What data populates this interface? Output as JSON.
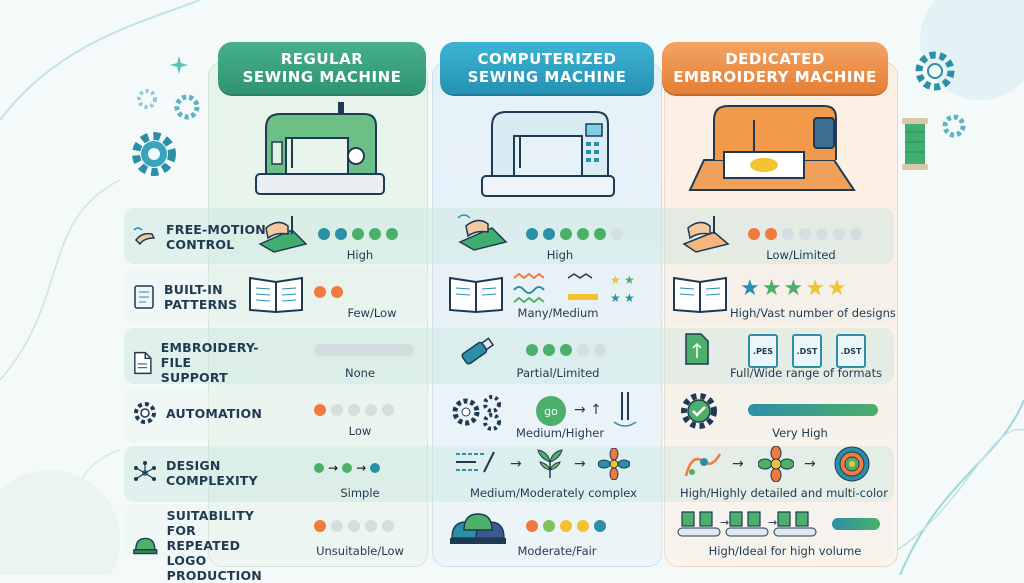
{
  "headers": {
    "regular": [
      "REGULAR",
      "SEWING MACHINE"
    ],
    "computerized": [
      "COMPUTERIZED",
      "SEWING MACHINE"
    ],
    "embroidery": [
      "DEDICATED",
      "EMBROIDERY MACHINE"
    ]
  },
  "features": [
    {
      "label": [
        "FREE-MOTION",
        "CONTROL"
      ],
      "icon": "hand-fabric-icon"
    },
    {
      "label": [
        "BUILT-IN",
        "PATTERNS"
      ],
      "icon": "pattern-book-icon"
    },
    {
      "label": [
        "EMBROIDERY-FILE",
        "SUPPORT"
      ],
      "icon": "file-icon"
    },
    {
      "label": [
        "AUTOMATION"
      ],
      "icon": "gear-icon"
    },
    {
      "label": [
        "DESIGN",
        "COMPLEXITY"
      ],
      "icon": "network-icon"
    },
    {
      "label": [
        "SUITABILITY FOR",
        "REPEATED LOGO",
        "PRODUCTION"
      ],
      "icon": "cap-icon"
    }
  ],
  "values": {
    "regular": [
      "High",
      "Few/Low",
      "None",
      "Low",
      "Simple",
      "Unsuitable/Low"
    ],
    "computerized": [
      "High",
      "Many/Medium",
      "Partial/Limited",
      "Medium/Higher",
      "Medium/Moderately complex",
      "Moderate/Fair"
    ],
    "embroidery": [
      "Low/Limited",
      "High/Vast number of designs",
      "Full/Wide range of formats",
      "Very High",
      "High/Highly detailed and multi-color",
      "High/Ideal for high volume"
    ]
  },
  "file_formats": [
    ".PES",
    ".DST",
    ".DST"
  ],
  "go_label": "go",
  "colors": {
    "teal": "#2b8fa8",
    "green": "#4caf6a",
    "orange": "#f07b3f",
    "navy": "#1f3a52"
  }
}
